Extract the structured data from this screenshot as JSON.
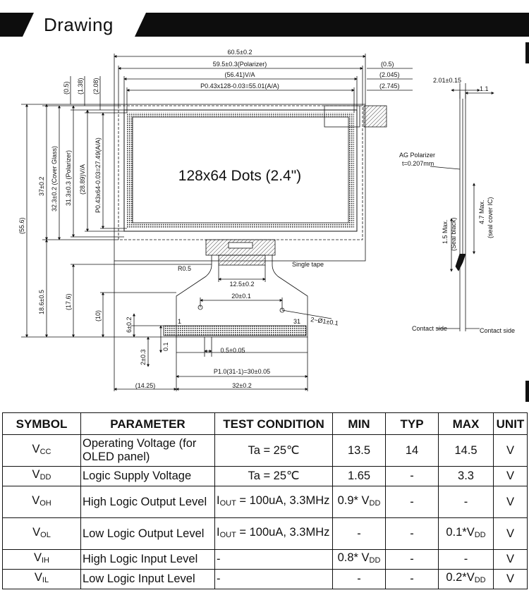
{
  "header": {
    "title": "Drawing"
  },
  "drawing": {
    "dims": {
      "w_overall": "60.5±0.2",
      "w_polarizer": "59.5±0.3(Polarizer)",
      "w_va": "(56.41)V/A",
      "w_aa": "P0.43x128-0.03=55.01(A/A)",
      "off1": "(0.5)",
      "off2": "(2.045)",
      "off3": "(2.745)",
      "v_off1": "(0.5)",
      "v_off2": "(1.38)",
      "v_off3": "(2.08)",
      "h_total": "(55.6)",
      "h_glass": "37±0.2",
      "h_cover": "32.3±0.2 (Cover Glass)",
      "h_pol": "31.3±0.3 (Polarizer)",
      "h_va": "(28.89)V/A",
      "h_aa": "P0.43x64-0.03=27.49(A/A)",
      "h_fpc": "18.6±0.5",
      "h_fpc2": "(17.6)",
      "h_fpc3": "(10)",
      "h_pin": "6±0.2",
      "h_small1": "2±0.3",
      "h_small2": "0.1",
      "r_label": "R0.5",
      "tape_w": "12.5±0.2",
      "tape_label": "Single tape",
      "hole_pitch": "20±0.1",
      "hole_dia": "2−Ø1±0.1",
      "pin_first": "1",
      "pin_last": "31",
      "pin_w": "0.5±0.05",
      "pin_pitch": "P1.0(31-1)=30±0.05",
      "fpc_offset": "(14.25)",
      "fpc_w": "32±0.2",
      "side_t": "2.01±0.15",
      "side_t2": "1.1",
      "ag_pol": "AG Polarizer",
      "ag_pol_t": "t=0.207mm",
      "max_ic": "4.7 Max.",
      "max_ic2": "(seal cover IC)",
      "max_seal": "1.5 Max.",
      "max_seal2": "(Seal black)",
      "contact_l": "Contact side",
      "contact_r": "Contact side"
    },
    "display_label": "128x64 Dots (2.4\")"
  },
  "table": {
    "headers": [
      "SYMBOL",
      "PARAMETER",
      "TEST CONDITION",
      "MIN",
      "TYP",
      "MAX",
      "UNIT"
    ],
    "rows": [
      {
        "sym": "V",
        "sub": "CC",
        "param": "Operating Voltage (for OLED panel)",
        "cond": "Ta = 25℃",
        "cond_sub": "",
        "min": "13.5",
        "min_sub": "",
        "typ": "14",
        "max": "14.5",
        "max_sub": "",
        "unit": "V"
      },
      {
        "sym": "V",
        "sub": "DD",
        "param": "Logic Supply Voltage",
        "cond": "Ta = 25℃",
        "cond_sub": "",
        "min": "1.65",
        "min_sub": "",
        "typ": "-",
        "max": "3.3",
        "max_sub": "",
        "unit": "V"
      },
      {
        "sym": "V",
        "sub": "OH",
        "param": "High Logic Output Level",
        "cond_pre": "I",
        "cond_sub": "OUT",
        "cond": " = 100uA, 3.3MHz",
        "min": "0.9* V",
        "min_sub": "DD",
        "typ": "-",
        "max": "-",
        "max_sub": "",
        "unit": "V"
      },
      {
        "sym": "V",
        "sub": "OL",
        "param": "Low Logic Output Level",
        "cond_pre": "I",
        "cond_sub": "OUT",
        "cond": " = 100uA, 3.3MHz",
        "min": "-",
        "min_sub": "",
        "typ": "-",
        "max": "0.1*V",
        "max_sub": "DD",
        "unit": "V"
      },
      {
        "sym": "V",
        "sub": "IH",
        "param": "High Logic Input Level",
        "cond": "-",
        "cond_sub": "",
        "min": "0.8* V",
        "min_sub": "DD",
        "typ": "-",
        "max": "-",
        "max_sub": "",
        "unit": "V"
      },
      {
        "sym": "V",
        "sub": "IL",
        "param": "Low Logic Input Level",
        "cond": "-",
        "cond_sub": "",
        "min": "-",
        "min_sub": "",
        "typ": "-",
        "max": "0.2*V",
        "max_sub": "DD",
        "unit": "V"
      }
    ]
  }
}
